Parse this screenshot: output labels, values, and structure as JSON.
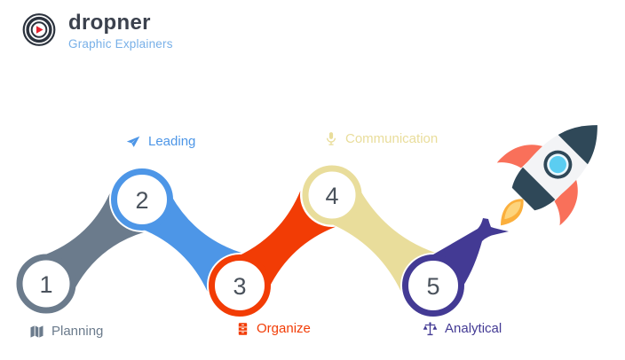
{
  "brand": {
    "name": "dropner",
    "tagline": "Graphic Explainers",
    "colors": {
      "mark": "#2c333e",
      "play": "#e62430",
      "name": "#3b414d",
      "tagline": "#78b0e8"
    }
  },
  "steps": [
    {
      "number": "1",
      "label": "Planning",
      "color": "#6b7b8c",
      "icon": "map-icon"
    },
    {
      "number": "2",
      "label": "Leading",
      "color": "#4d96e7",
      "icon": "paper-plane-icon"
    },
    {
      "number": "3",
      "label": "Organize",
      "color": "#f23c05",
      "icon": "file-cabinet-icon"
    },
    {
      "number": "4",
      "label": "Communication",
      "color": "#e9dd9b",
      "icon": "microphone-icon"
    },
    {
      "number": "5",
      "label": "Analytical",
      "color": "#433a94",
      "icon": "scales-icon"
    }
  ],
  "palette": {
    "number": "#4a525c",
    "background": "#ffffff"
  },
  "rocket": {
    "body": "#f3f4f6",
    "nose": "#2f4858",
    "fins": "#f9705a",
    "window_ring": "#2f4858",
    "window_trim": "#eaf7fd",
    "window_glass": "#5bcdf1",
    "flame_outer": "#fbaf3c",
    "flame_inner": "#fdd47c",
    "trail": "#433a94"
  }
}
